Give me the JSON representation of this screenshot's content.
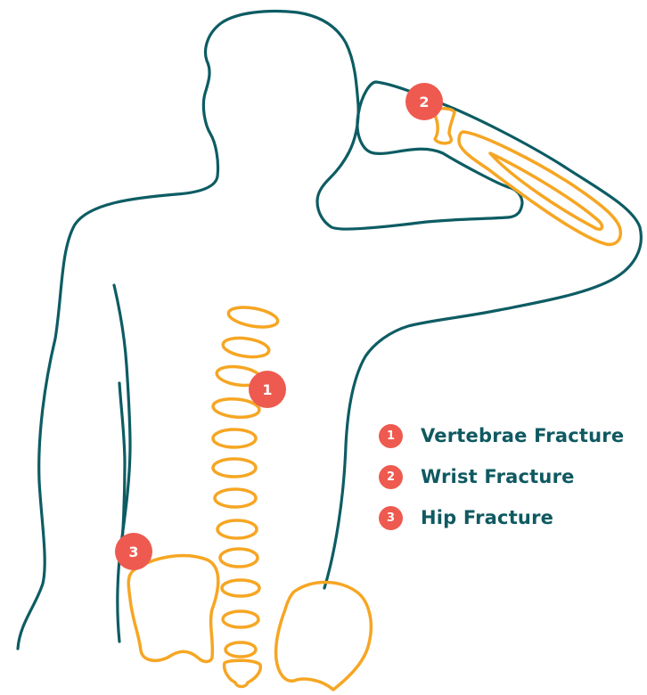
{
  "colors": {
    "outline": "#0d5c63",
    "bone": "#f6a623",
    "marker": "#ee5a4f",
    "legend_text": "#0f5961",
    "marker_text": "#ffffff"
  },
  "markers": [
    {
      "number": "1",
      "target": "vertebrae"
    },
    {
      "number": "2",
      "target": "wrist"
    },
    {
      "number": "3",
      "target": "hip"
    }
  ],
  "legend": [
    {
      "number": "1",
      "label": "Vertebrae Fracture"
    },
    {
      "number": "2",
      "label": "Wrist Fracture"
    },
    {
      "number": "3",
      "label": "Hip Fracture"
    }
  ]
}
